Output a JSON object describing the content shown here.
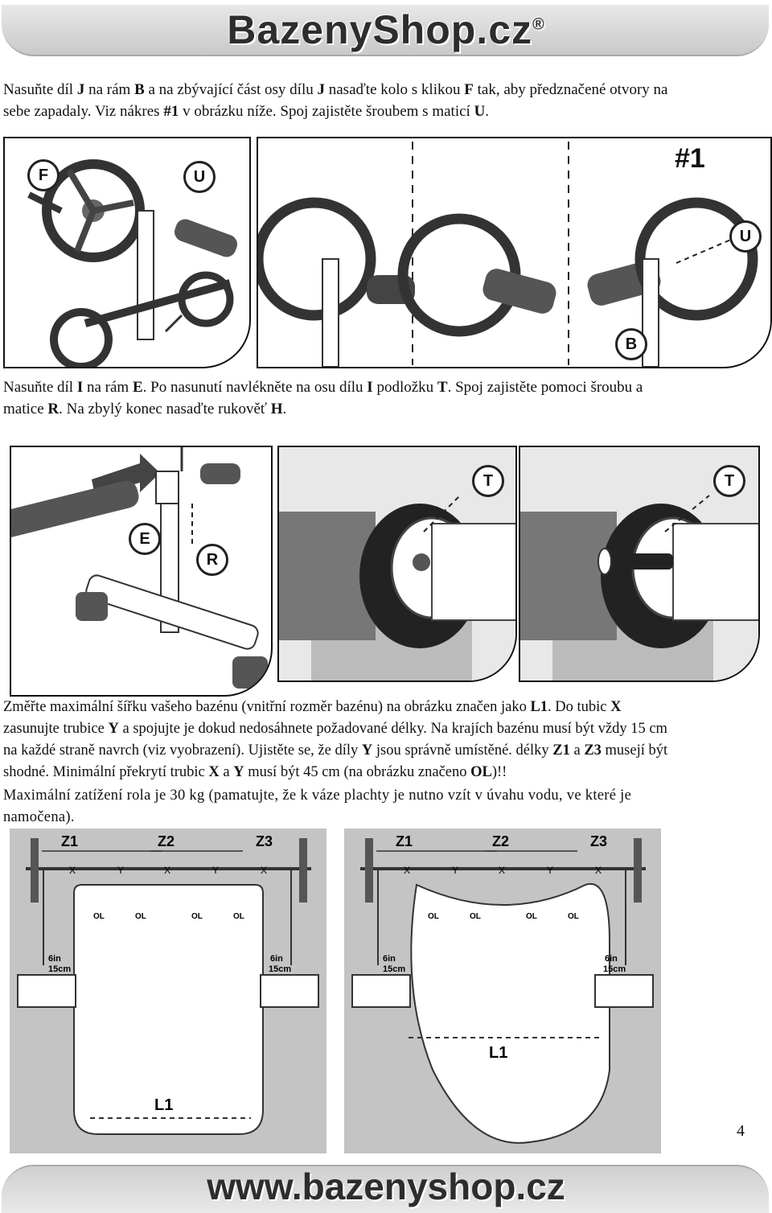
{
  "header": {
    "brand": "BazenyShop.cz",
    "reg": "®"
  },
  "step1": {
    "line1_parts": [
      "Nasuňte díl ",
      "J",
      " na rám ",
      "B",
      " a na zbývající část osy dílu ",
      "J",
      " nasaďte kolo s klikou ",
      "F",
      " tak, aby předznačené otvory na"
    ],
    "line2_parts": [
      "sebe zapadaly. Viz nákres ",
      "#1",
      " v obrázku níže. Spoj zajistěte šroubem s maticí ",
      "U",
      "."
    ]
  },
  "fig1_labels": {
    "f": "F",
    "u": "U",
    "ref": "#1",
    "u2": "U",
    "b": "B"
  },
  "step2": {
    "line1_parts": [
      "Nasuňte díl ",
      "I",
      " na rám ",
      "E",
      ". Po nasunutí navlékněte na osu dílu ",
      "I",
      " podložku ",
      "T",
      ". Spoj zajistěte pomoci šroubu a"
    ],
    "line2_parts": [
      "matice ",
      "R",
      ". Na zbylý konec nasaďte rukověť ",
      "H",
      "."
    ]
  },
  "fig2_labels": {
    "e": "E",
    "r": "R",
    "t1": "T",
    "t2": "T"
  },
  "step3": {
    "line1_parts": [
      "Změřte maximální šířku vašeho bazénu (vnitřní rozměr bazénu) na obrázku značen jako ",
      "L1",
      ". Do tubic ",
      "X"
    ],
    "line2_parts": [
      "zasunujte trubice ",
      "Y",
      " a spojujte je dokud nedosáhnete požadované délky. Na krajích bazénu musí být vždy 15 cm"
    ],
    "line3_parts": [
      "na každé straně navrch (viz vyobrazení). Ujistěte se, že díly ",
      "Y",
      " jsou správně umístěné. délky ",
      "Z1",
      " a ",
      "Z3",
      " musejí být"
    ],
    "line4_parts": [
      "shodné. Minimální překrytí trubic ",
      "X",
      " a ",
      "Y",
      " musí být 45 cm (na obrázku značeno ",
      "OL",
      ")!!"
    ]
  },
  "note": {
    "line1": "Maximální zatížení rola je 30 kg (pamatujte, že k váze plachty je nutno vzít v úvahu vodu, ve které je",
    "line2": "namočena)."
  },
  "diagram_labels": {
    "z1": "Z1",
    "z2": "Z2",
    "z3": "Z3",
    "x": "X",
    "y": "Y",
    "ol": "OL",
    "inch": "6in",
    "cm": "15cm",
    "l1": "L1"
  },
  "page_number": "4",
  "footer": {
    "url": "www.bazenyshop.cz"
  }
}
